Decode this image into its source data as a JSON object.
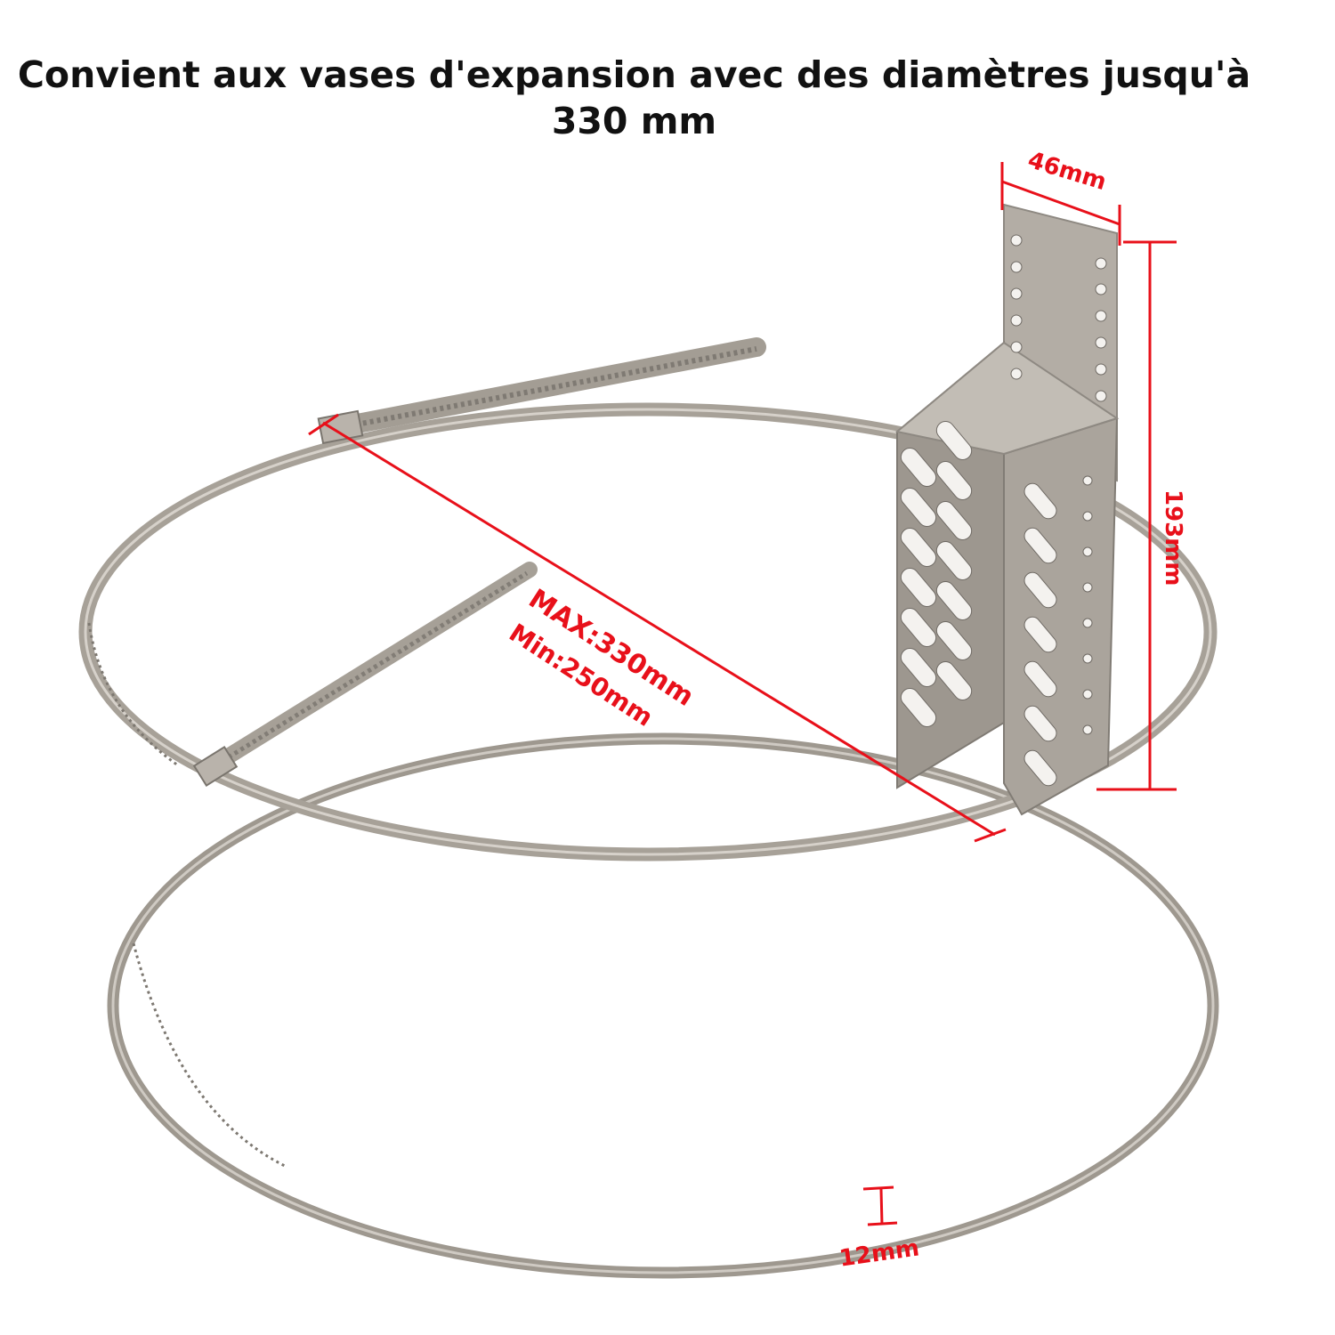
{
  "headline": {
    "line1": "Convient aux vases d'expansion avec des diamètres jusqu'à",
    "line2": "330 mm"
  },
  "dimensions": {
    "bracket_width": "46mm",
    "bracket_height": "193mm",
    "diameter_max": "MAX:330mm",
    "diameter_min": "Min:250mm",
    "band_width": "12mm"
  },
  "colors": {
    "annotation": "#e8101a",
    "metal": "#a9a39b",
    "metal_dark": "#8f8a83",
    "text": "#111111"
  }
}
